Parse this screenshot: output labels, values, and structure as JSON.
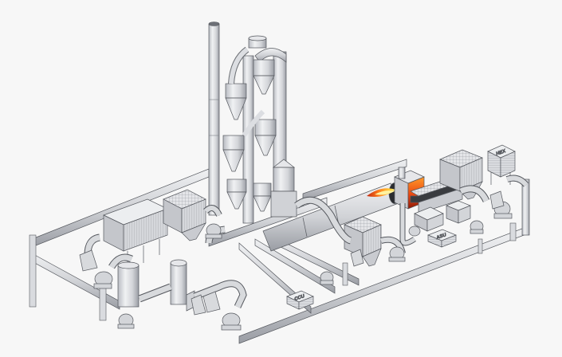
{
  "diagram": {
    "type": "isometric industrial plant illustration",
    "background": "#f7f7f7",
    "colors": {
      "steel_light": "#e6e7ea",
      "steel_mid": "#c9cbd0",
      "steel_dark": "#9a9da4",
      "outline": "#55585e",
      "flame_hot": "#ffd23a",
      "flame_mid": "#ff7a1a",
      "flame_dark": "#c0260e"
    },
    "labels": {
      "hex": "HEX",
      "asu": "ASU",
      "ccu": "CCU"
    },
    "components": [
      {
        "id": "stack",
        "name": "Exhaust stack"
      },
      {
        "id": "preheater",
        "name": "Cyclone preheater tower"
      },
      {
        "id": "calciner",
        "name": "Calciner column"
      },
      {
        "id": "rotary-kiln",
        "name": "Rotary kiln with flame"
      },
      {
        "id": "clinker-cooler",
        "name": "Clinker cooler"
      },
      {
        "id": "bag-filters",
        "name": "Bag filter units"
      },
      {
        "id": "hex",
        "name": "Heat exchanger",
        "label_key": "hex"
      },
      {
        "id": "asu",
        "name": "Air separation unit",
        "label_key": "asu"
      },
      {
        "id": "ccu",
        "name": "Carbon capture unit",
        "label_key": "ccu"
      },
      {
        "id": "fans",
        "name": "Induced draft fans"
      },
      {
        "id": "ducting",
        "name": "Gas ducting network"
      }
    ]
  }
}
